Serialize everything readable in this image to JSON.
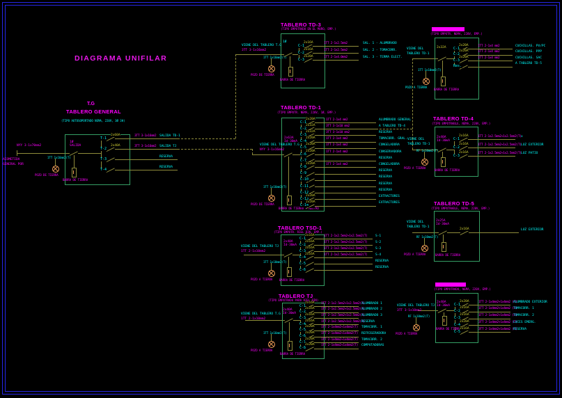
{
  "drawing_title": "DIAGRAMA UNIFILAR",
  "colors": {
    "magenta": "#FF00FF",
    "cyan": "#00FFFF",
    "olive": "#8F8C3B",
    "yellow": "#D2D233",
    "green": "#35A065",
    "border_blue": "#2626E6",
    "orange": "#F2A05A"
  },
  "acometida": {
    "cable": "NYY 3-1x70mm2",
    "label_line1": "ACOMETIDA",
    "label_line2": "GENERAL POR"
  },
  "blocks": {
    "tg": {
      "tag": "T.G",
      "title": "TABLERO GENERAL",
      "subtitle": "(TIPO AUTOSOPORTADO NEMA, 220V, 3Ø 3H)",
      "main_label_1": "1Ø",
      "main_label_2": "SALIDA",
      "ground_cable": "1TT 1x16mm2(T)",
      "ground_label": "POZO DE TIERRA",
      "bar_label": "BARRA DE TIERRA",
      "rows": [
        {
          "id": "T-1",
          "breaker": "2x60A",
          "cable": "3TT 3-1x16mm2",
          "load": "SALIDA TD-1"
        },
        {
          "id": "T-2",
          "breaker": "2x40A",
          "cable": "3TT 3-1x16mm2",
          "load": "SALIDA TJ"
        },
        {
          "id": "T-3",
          "breaker": "",
          "cable": "",
          "load": "RESERVA"
        },
        {
          "id": "T-4",
          "breaker": "",
          "cable": "",
          "load": "RESERVA"
        }
      ]
    },
    "td3": {
      "title": "TABLERO TD-3",
      "subtitle": "(TIPO EMPOTRADO EN EL MURO, EMP.)",
      "input_line1": "VIENE DEL TABLERO T.G",
      "input_line2": "3TT 3-1x16mm2",
      "main_label_1": "1Ø",
      "main_label_2": "",
      "ground_cable": "1TT 1x16mm2(T)",
      "ground_label": "POZO DE TIERRA",
      "bar_label": "BARRA DE TIERRA",
      "rows": [
        {
          "id": "C-1",
          "breaker": "2x16A",
          "cable": "1TT 2-1x2.5mm2",
          "load": "SAL. 1 - ALUMBRADO"
        },
        {
          "id": "C-2",
          "breaker": "2x16A",
          "cable": "1TT 2-1x2.5mm2",
          "load": "SAL. 2 - TOMACORR."
        },
        {
          "id": "C-3",
          "breaker": "2x20A",
          "cable": "1TT 2-1x4.0mm2",
          "load": "SAL. 3 - TERMA ELECT."
        }
      ]
    },
    "td1": {
      "title": "TABLERO TD-1",
      "subtitle": "(TIPO EMPOTR. NEMA, 220V, 1Ø, EMP.)",
      "input_line1": "VIENE DEL TABLERO T.G",
      "input_line2": "NYY 3-1x16mm2",
      "main_label_1": "2x63A",
      "main_label_2": "Id-30mA",
      "ground_cable": "1TT 1x16mm2(T)",
      "ground_label": "POZO DE TIERRA",
      "bar_label": "BARRA DE TIERRA + NEUTRO",
      "rows": [
        {
          "id": "C-1",
          "breaker": "2x20A",
          "cable": "1TT 2-1x4 mm2",
          "load": "ALUMBRADO GENERAL"
        },
        {
          "id": "C-2",
          "breaker": "2x32A",
          "cable": "3TT 3-1x10 mm2",
          "load": "A TABLERO TD-4"
        },
        {
          "id": "C-3",
          "breaker": "2x32A",
          "cable": "3TT 3-1x10 mm2",
          "load": "RESERVA"
        },
        {
          "id": "C-4",
          "breaker": "2x20A",
          "cable": "1TT 2-1x4 mm2",
          "load": "TOMACORR. GRAL."
        },
        {
          "id": "C-5",
          "breaker": "2x20A",
          "cable": "1TT 2-1x4 mm2",
          "load": "CONGELADORA"
        },
        {
          "id": "C-6",
          "breaker": "2x20A",
          "cable": "1TT 2-1x4 mm2",
          "load": "CONSERVADORA"
        },
        {
          "id": "C-7",
          "breaker": "",
          "cable": "",
          "load": "RESERVA"
        },
        {
          "id": "C-8",
          "breaker": "2x20A",
          "cable": "1TT 2-1x4 mm2",
          "load": "CONGELADORA"
        },
        {
          "id": "C-9",
          "breaker": "",
          "cable": "",
          "load": "RESERVA"
        },
        {
          "id": "C-10",
          "breaker": "",
          "cable": "",
          "load": "RESERVA"
        },
        {
          "id": "C-11",
          "breaker": "",
          "cable": "",
          "load": "RESERVA"
        },
        {
          "id": "C-12",
          "breaker": "",
          "cable": "",
          "load": "RESERVA"
        },
        {
          "id": "C-13",
          "breaker": "2x20A",
          "cable": "",
          "load": "EXTRACTORES"
        },
        {
          "id": "C-14",
          "breaker": "2x20A",
          "cable": "",
          "load": "EXTRACTORES"
        }
      ]
    },
    "tsd1": {
      "title": "TABLERO TSD-1",
      "subtitle": "(TIPO EMPOTR. RIEL DIN, EMP.)",
      "input_line1": "VIENE DEL TABLERO TJ",
      "input_line2": "1TT 2-1x10mm2",
      "main_label_1": "2x40A",
      "main_label_2": "Id-30mA",
      "ground_cable": "1TT 1x10mm2(T)",
      "ground_label": "POZO A TIERRA",
      "bar_label": "BARRA DE TIERRA",
      "rows": [
        {
          "id": "C-1",
          "breaker": "2x16A",
          "cable": "1TT 2-1x2.5mm2+1x2.5mm2(T)",
          "load": "S-1"
        },
        {
          "id": "C-2",
          "breaker": "2x16A",
          "cable": "1TT 2-1x2.5mm2+1x2.5mm2(T)",
          "load": "S-2"
        },
        {
          "id": "C-3",
          "breaker": "2x16A",
          "cable": "1TT 2-1x2.5mm2+1x2.5mm2(T)",
          "load": "S-3"
        },
        {
          "id": "C-4",
          "breaker": "2x16A",
          "cable": "1TT 2-1x2.5mm2+1x2.5mm2(T)",
          "load": "S-4"
        },
        {
          "id": "C-5",
          "breaker": "",
          "cable": "",
          "load": "RESERVA"
        },
        {
          "id": "C-6",
          "breaker": "",
          "cable": "",
          "load": "RESERVA"
        }
      ]
    },
    "tj": {
      "title": "TABLERO TJ",
      "subtitle": "(TIPO EMPOTRADO PARA RIEL DIN)",
      "input_line1": "VIENE DEL TABLERO T.G",
      "input_line2": "1TT 2-1x10mm2",
      "main_label_1": "2x40A",
      "main_label_2": "Id-30mA",
      "ground_cable": "1TT 1x16mm2(T)",
      "ground_label": "POZO A TIERRA",
      "bar_label": "BARRA DE TIERRA",
      "rows": [
        {
          "id": "C-1",
          "breaker": "2x16A",
          "cable": "1TT 2-1x2.5mm2+1x2.5mm2(T)",
          "load": "ALUMBRADO 1"
        },
        {
          "id": "C-2",
          "breaker": "2x16A",
          "cable": "1TT 2-1x2.5mm2+1x2.5mm2(T)",
          "load": "ALUMBRADO 2"
        },
        {
          "id": "C-3",
          "breaker": "2x16A",
          "cable": "1TT 2-1x2.5mm2+1x2.5mm2(T)",
          "load": "ALUMBRADO 3"
        },
        {
          "id": "C-4",
          "breaker": "2x16A",
          "cable": "1TT 2-1x2.5mm2+1x2.5mm2(T)",
          "load": "RESERVA"
        },
        {
          "id": "C-5",
          "breaker": "2x20A",
          "cable": "1TT 2-1x4mm2+1x4mm2(T)",
          "load": "TOMACORR. 1"
        },
        {
          "id": "C-6",
          "breaker": "2x20A",
          "cable": "1TT 2-1x4mm2+1x4mm2(T)",
          "load": "REFRIGERADORA"
        },
        {
          "id": "C-7",
          "breaker": "2x20A",
          "cable": "1TT 2-1x4mm2+1x4mm2(T)",
          "load": "TOMACORR. 2"
        },
        {
          "id": "C-8",
          "breaker": "2x20A",
          "cable": "1TT 2-1x4mm2+1x4mm2(T)",
          "load": "COMPUTADORAS"
        }
      ]
    },
    "tr1": {
      "title": "",
      "highlighted": true,
      "subtitle": "(TIPO EMPOTR. NEMA, 220V, EMP.)",
      "input_line1": "VIENE DEL",
      "input_line2": "TABLERO TD-1",
      "main_label_1": "2x32A",
      "main_label_2": "",
      "ground_cable": "1TT 1x10mm2(T)",
      "ground_label": "POZO A TIERRA",
      "bar_label": "BARRA DE TIERRA",
      "rows": [
        {
          "id": "C-1",
          "breaker": "2x20A",
          "cable": "1TT 2-1x4 mm2",
          "load": "CUCHILLAS. PV/PC"
        },
        {
          "id": "C-2",
          "breaker": "2x20A",
          "cable": "1TT 2-1x4 mm2",
          "load": "CUCHILLAS. PPP"
        },
        {
          "id": "C-3",
          "breaker": "2x20A",
          "cable": "1TT 2-1x4 mm2",
          "load": "CUCHILLAS. SAC"
        },
        {
          "id": "Res.",
          "breaker": "",
          "cable": "",
          "load": "A TABLERO TD-5"
        }
      ]
    },
    "td4": {
      "title": "TABLERO TD-4",
      "subtitle": "(TIPO EMPOTRABLE, NEMA, 220V, EMP.)",
      "input_line1": "VIENE DEL",
      "input_line2": "TABLERO TD-1",
      "main_label_1": "2x40A",
      "main_label_2": "Id-30mA",
      "ground_cable": "RF 1x10mm2(T)",
      "ground_label": "POZO A TIERRA",
      "bar_label": "BARRA DE TIERRA",
      "rows": [
        {
          "id": "C-1",
          "breaker": "2x16A",
          "cable": "1TT 2-1x2.5mm2+1x2.5mm2(T)",
          "load": "x"
        },
        {
          "id": "C-2",
          "breaker": "2x16A",
          "cable": "1TT 2-1x2.5mm2+1x2.5mm2(T)",
          "load": "LUZ EXTERIOR"
        },
        {
          "id": "C-3",
          "breaker": "2x16A",
          "cable": "1TT 2-1x2.5mm2+1x2.5mm2(T)",
          "load": "LUZ PATIO"
        }
      ]
    },
    "td5": {
      "title": "TABLERO TD-5",
      "subtitle": "(TIPO EMPOTRABLE, NEMA, 220V, EMP.)",
      "input_line1": "VIENE DEL",
      "input_line2": "TABLERO TD-1",
      "main_label_1": "2x25A",
      "main_label_2": "Id-30mA",
      "ground_cable": "RF 1x10mm2(T)",
      "ground_label": "POZO A TIERRA",
      "bar_label": "BARRA DE TIERRA",
      "rows": [
        {
          "id": "",
          "breaker": "2x16A",
          "cable": "",
          "load": "LUZ EXTERIOR"
        }
      ]
    },
    "tr2": {
      "title": "",
      "highlighted": true,
      "subtitle": "(TIPO EMPOTRADO, NEMA, 220V, EMP.)",
      "input_line1": "VIENE DEL TABLERO TJ",
      "input_line2": "3TT 3-1x10mm2",
      "main_label_1": "2x40A",
      "main_label_2": "Id-30mA",
      "ground_cable": "RF 1x10mm2(T)",
      "ground_label": "POZO A TIERRA",
      "bar_label": "BARRA DE TIERRA",
      "rows": [
        {
          "id": "C-1",
          "breaker": "2x20A",
          "cable": "1TT 2-1x4mm2+1x4mm2 (T)",
          "load": "ALUMBRADO EXTERIOR"
        },
        {
          "id": "C-2",
          "breaker": "2x16A",
          "cable": "1TT 2-1x4mm2+1x4mm2 (T)",
          "load": "TOMACORR. 1"
        },
        {
          "id": "C-3",
          "breaker": "2x16A",
          "cable": "1TT 2-1x4mm2+1x4mm2 (T)",
          "load": "TOMACORR. 2"
        },
        {
          "id": "C-4",
          "breaker": "2x20A",
          "cable": "3TT 2-1x4mm2+1x4mm2 (T)",
          "load": "LUCES EMERG."
        },
        {
          "id": "C-5",
          "breaker": "2x16A",
          "cable": "3TT 2-1x4mm2+1x4mm2 (T)",
          "load": "RESERVA"
        }
      ]
    }
  }
}
